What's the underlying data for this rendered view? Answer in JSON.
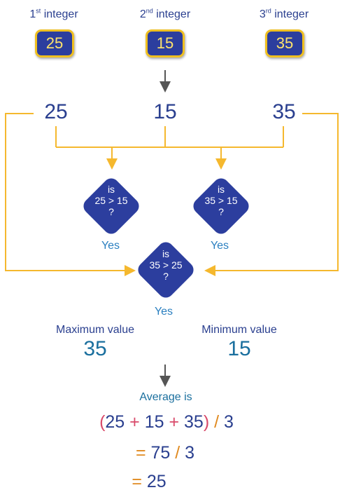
{
  "inputs": [
    {
      "ordinal": "1",
      "suffix": "st",
      "word": "integer",
      "value": "25"
    },
    {
      "ordinal": "2",
      "suffix": "nd",
      "word": "integer",
      "value": "15"
    },
    {
      "ordinal": "3",
      "suffix": "rd",
      "word": "integer",
      "value": "35"
    }
  ],
  "row": {
    "a": "25",
    "b": "15",
    "c": "35"
  },
  "decisions": [
    {
      "l1": "is",
      "l2": "25 > 15",
      "l3": "?",
      "answer": "Yes"
    },
    {
      "l1": "is",
      "l2": "35 > 15",
      "l3": "?",
      "answer": "Yes"
    },
    {
      "l1": "is",
      "l2": "35 > 25",
      "l3": "?",
      "answer": "Yes"
    }
  ],
  "max": {
    "label": "Maximum value",
    "value": "35"
  },
  "min": {
    "label": "Minimum value",
    "value": "15"
  },
  "average": {
    "title": "Average is",
    "open": "(",
    "n1": "25",
    "plus1": " + ",
    "n2": "15",
    "plus2": " + ",
    "n3": "35",
    "close": ")",
    "div": " / ",
    "divisor": "3",
    "eq": "= ",
    "sum": "75",
    "div2": " / ",
    "divisor2": "3",
    "eq2": "= ",
    "result": "25"
  },
  "colors": {
    "navy": "#2c3e9e",
    "gold": "#f0c020",
    "line": "#f5b82e",
    "arrow": "#555555"
  }
}
